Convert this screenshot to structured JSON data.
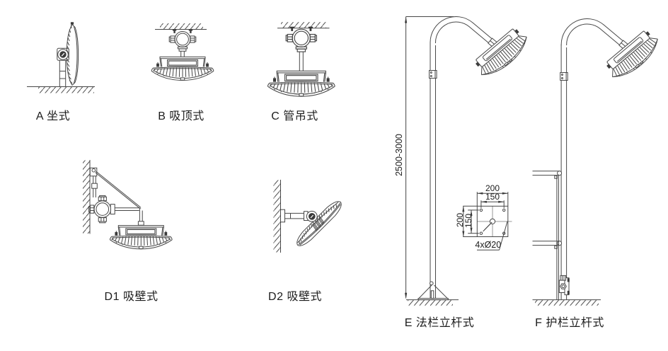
{
  "figures": [
    {
      "id": "A",
      "label": "A 坐式"
    },
    {
      "id": "B",
      "label": "B 吸顶式"
    },
    {
      "id": "C",
      "label": "C 管吊式"
    },
    {
      "id": "D1",
      "label": "D1 吸壁式"
    },
    {
      "id": "D2",
      "label": "D2 吸壁式"
    },
    {
      "id": "E",
      "label": "E 法栏立杆式"
    },
    {
      "id": "F",
      "label": "F 护栏立杆式"
    }
  ],
  "dimensions": {
    "pole_height": "2500-3000",
    "plate_width": "200",
    "hole_pitch_width": "150",
    "plate_height": "200",
    "hole_pitch_height": "150",
    "bolt_holes": "4xØ20"
  },
  "colors": {
    "line": "#474747",
    "light_line": "#b5b5b5",
    "text": "#1c1c1c",
    "background": "#ffffff"
  }
}
